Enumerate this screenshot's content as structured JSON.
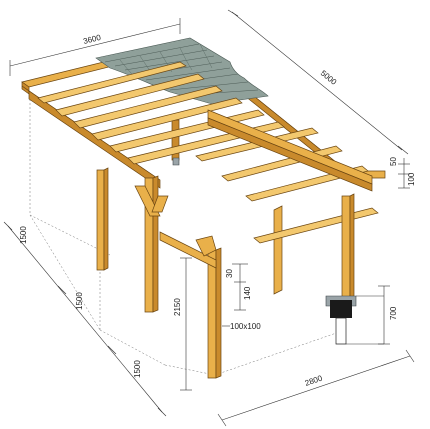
{
  "diagram": {
    "dimensions": {
      "width_top": "3600",
      "length": "5000",
      "rafter_h": "50",
      "beam_h": "100",
      "side_1": "1500",
      "side_2": "1500",
      "side_3": "1500",
      "post_height": "2150",
      "post_section": "100x100",
      "bracket_a": "30",
      "bracket_b": "140",
      "footing": "700",
      "width_bottom": "2800"
    },
    "colors": {
      "wood": "#e9b04a",
      "wood_dark": "#c98a2c",
      "roofing": "#8fa09a",
      "outline": "#6b4612"
    }
  }
}
